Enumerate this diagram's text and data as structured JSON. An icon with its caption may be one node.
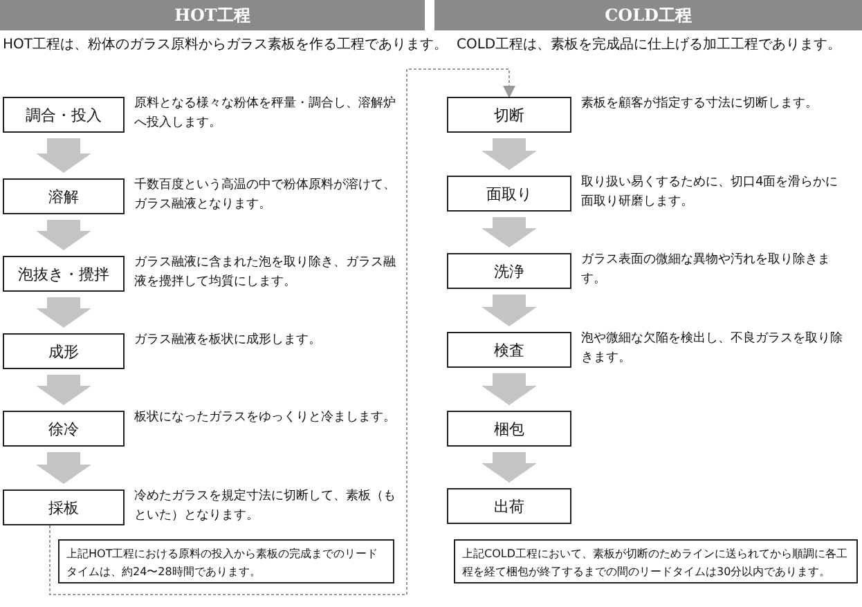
{
  "diagram": {
    "nodes": [
      {
        "text": [
          "HOT工程"
        ]
      },
      {
        "text": [
          "COLD工程"
        ]
      },
      {
        "text": [
          "調合・投入"
        ],
        "beside": [
          "原料となる様々な粉体を秤量・調合し、溶解炉へ投入します。"
        ]
      },
      {
        "text": [
          "溶解"
        ],
        "beside": [
          "千数百度という高温の中で粉体原料が溶けて、ガラス融液となります。"
        ]
      },
      {
        "text": [
          "泡抜き・攪拌"
        ],
        "beside": [
          "ガラス融液に含まれた泡を取り除き、ガラス融液を攪拌して均質にします。"
        ]
      },
      {
        "text": [
          "成形"
        ],
        "beside": [
          "ガラス融液を板状に成形します。"
        ]
      },
      {
        "text": [
          "徐冷"
        ],
        "beside": [
          "板状になったガラスをゆっくりと冷まします。"
        ]
      },
      {
        "text": [
          "採板"
        ],
        "beside": [
          "冷めたガラスを規定寸法に切断して、素板（もといた）となります。"
        ]
      },
      {
        "text": [
          "上記HOT工程における原料の投入から素板の完成までのリードタイムは、約24〜28時間であります。"
        ]
      },
      {
        "text": [
          "切断"
        ],
        "beside": [
          "素板を顧客が指定する寸法に切断します。"
        ]
      },
      {
        "text": [
          "面取り"
        ],
        "beside": [
          "取り扱い易くするために、切口4面を滑らかに面取り研磨します。"
        ]
      },
      {
        "text": [
          "洗浄"
        ],
        "beside": [
          "ガラス表面の微細な異物や汚れを取り除きます。"
        ]
      },
      {
        "text": [
          "検査"
        ],
        "beside": [
          "泡や微細な欠陥を検出し、不良ガラスを取り除きます。"
        ]
      },
      {
        "text": [
          "梱包"
        ]
      },
      {
        "text": [
          "出荷"
        ]
      },
      {
        "text": [
          "上記COLD工程において、素板が切断のためラインに送られてから順調に各工程を経て梱包が終了するまでの間のリードタイムは30分以内であります。"
        ]
      }
    ],
    "edges": [
      {
        "from": 2,
        "to": 3,
        "arrow": "to"
      },
      {
        "from": 3,
        "to": 4,
        "arrow": "to"
      },
      {
        "from": 4,
        "to": 5,
        "arrow": "to"
      },
      {
        "from": 5,
        "to": 6,
        "arrow": "to"
      },
      {
        "from": 6,
        "to": 7,
        "arrow": "to"
      },
      {
        "from": 7,
        "to": 9,
        "arrow": "to",
        "style": "dashed",
        "color": "#999999"
      },
      {
        "from": 9,
        "to": 10,
        "arrow": "to"
      },
      {
        "from": 10,
        "to": 11,
        "arrow": "to"
      },
      {
        "from": 11,
        "to": 12,
        "arrow": "to"
      },
      {
        "from": 12,
        "to": 13,
        "arrow": "to"
      },
      {
        "from": 13,
        "to": 14,
        "arrow": "to"
      }
    ],
    "labels": [
      "HOT工程は、粉体のガラス原料からガラス素板を作る工程であります。",
      "COLD工程は、素板を完成品に仕上げる加工工程であります。"
    ]
  }
}
